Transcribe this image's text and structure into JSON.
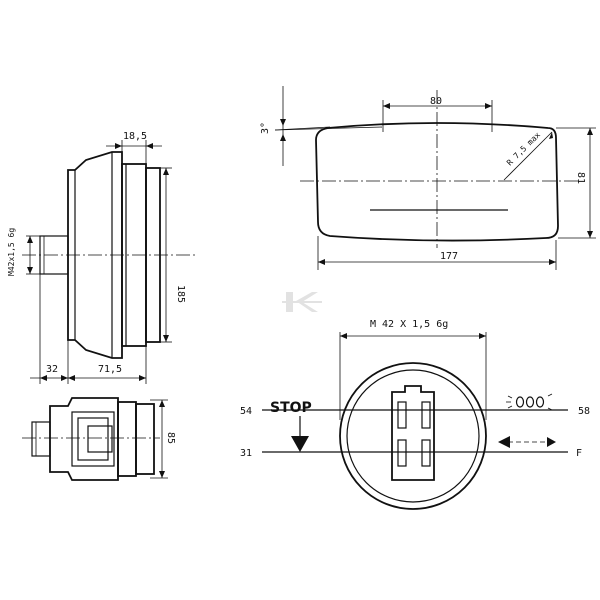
{
  "dimensions": {
    "width_18_5": "18,5",
    "height_185": "185",
    "thread_side": "M42x1,5 6g",
    "len_32": "32",
    "len_71_5": "71,5",
    "height_85": "85",
    "angle_3": "3°",
    "width_80": "80",
    "radius": "R 7,5 max",
    "height_81": "81",
    "length_177": "177",
    "thread_front": "M 42 X 1,5 6g"
  },
  "connector": {
    "stop_label": "STOP",
    "pin_54": "54",
    "pin_31": "31",
    "pin_58": "58",
    "pin_f": "F"
  },
  "icons": {
    "watermark": "k-logo-watermark",
    "stop_arrow": "down-arrow-icon",
    "tail_lamp": "lamp-icon",
    "flow": "double-arrow-icon"
  }
}
